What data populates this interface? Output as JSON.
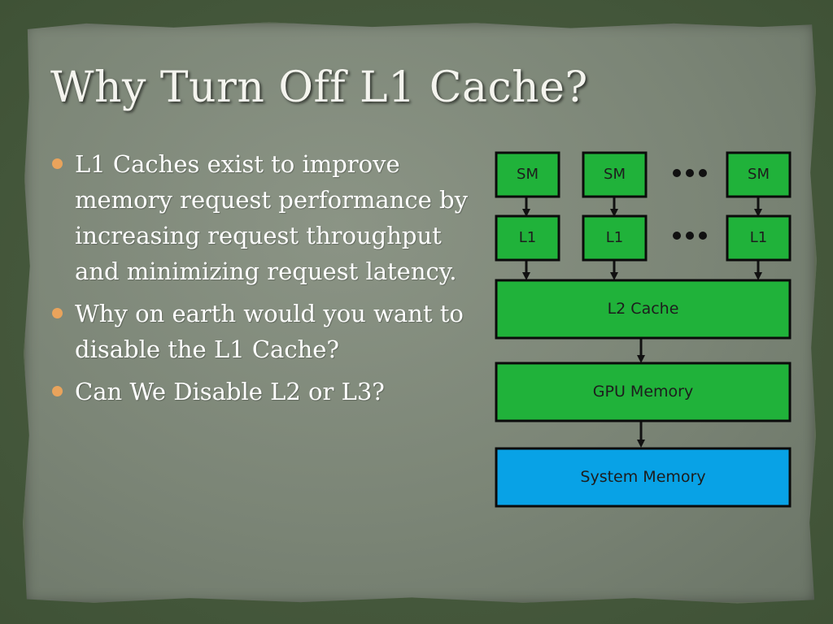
{
  "slide": {
    "title": "Why Turn Off L1 Cache?",
    "bullets": [
      "L1 Caches exist to improve memory request performance by increasing request throughput and minimizing request latency.",
      "Why on earth would you want to disable the L1 Cache?",
      "Can We Disable L2 or L3?"
    ]
  },
  "diagram": {
    "sm_label": "SM",
    "l1_label": "L1",
    "l2_label": "L2 Cache",
    "gpu_memory_label": "GPU Memory",
    "system_memory_label": "System Memory",
    "colors": {
      "green": "#20b23a",
      "blue": "#08a2e6",
      "border": "#0b0b0b",
      "bullet": "#e9a35c"
    }
  }
}
